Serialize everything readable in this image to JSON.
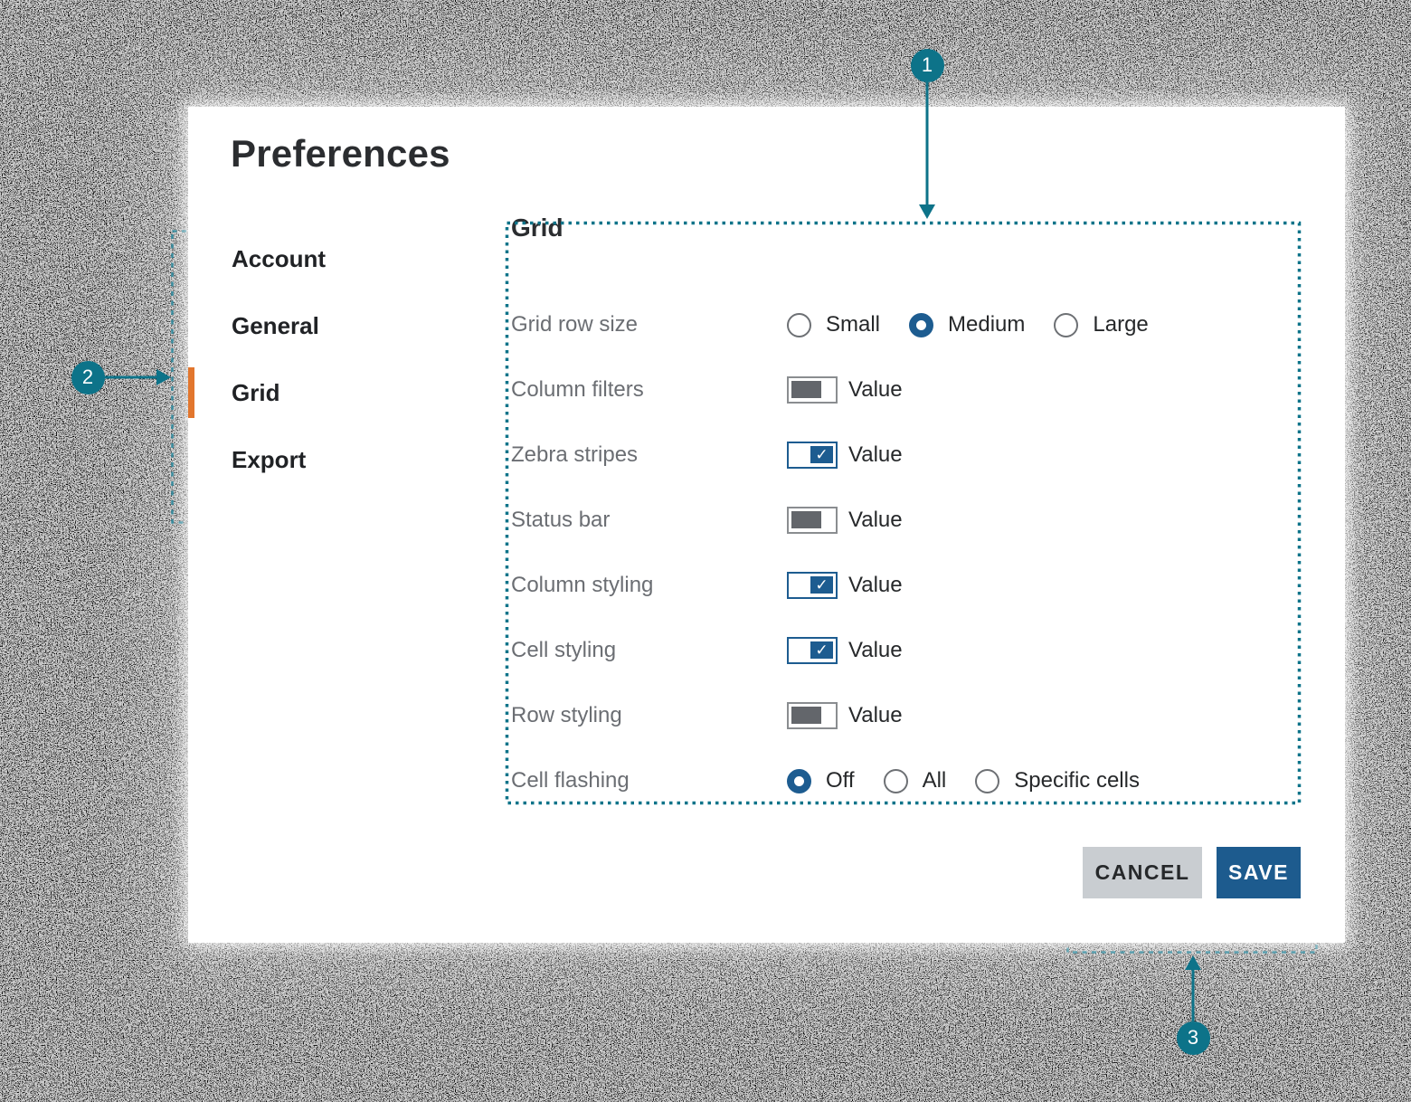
{
  "dialog": {
    "title": "Preferences",
    "sidebar": {
      "items": [
        {
          "label": "Account",
          "active": false
        },
        {
          "label": "General",
          "active": false
        },
        {
          "label": "Grid",
          "active": true
        },
        {
          "label": "Export",
          "active": false
        }
      ]
    },
    "panel": {
      "heading": "Grid",
      "rows": [
        {
          "label": "Grid row size",
          "type": "radio-group",
          "options": [
            {
              "label": "Small",
              "selected": false
            },
            {
              "label": "Medium",
              "selected": true
            },
            {
              "label": "Large",
              "selected": false
            }
          ]
        },
        {
          "label": "Column filters",
          "type": "toggle",
          "on": false,
          "value_label": "Value"
        },
        {
          "label": "Zebra stripes",
          "type": "toggle",
          "on": true,
          "value_label": "Value"
        },
        {
          "label": "Status bar",
          "type": "toggle",
          "on": false,
          "value_label": "Value"
        },
        {
          "label": "Column styling",
          "type": "toggle",
          "on": true,
          "value_label": "Value"
        },
        {
          "label": "Cell styling",
          "type": "toggle",
          "on": true,
          "value_label": "Value"
        },
        {
          "label": "Row styling",
          "type": "toggle",
          "on": false,
          "value_label": "Value"
        },
        {
          "label": "Cell flashing",
          "type": "radio-group",
          "options": [
            {
              "label": "Off",
              "selected": true
            },
            {
              "label": "All",
              "selected": false
            },
            {
              "label": "Specific cells",
              "selected": false
            }
          ]
        }
      ]
    },
    "buttons": {
      "cancel": "CANCEL",
      "save": "SAVE"
    }
  },
  "annotations": {
    "callouts": [
      {
        "number": "1"
      },
      {
        "number": "2"
      },
      {
        "number": "3"
      }
    ]
  },
  "glyphs": {
    "checkmark": "✓"
  },
  "colors": {
    "accent_blue": "#1d5c90",
    "annotation_teal": "#0d7389",
    "active_orange": "#e2762d",
    "cancel_gray": "#c9cdd1",
    "label_gray": "#6b6e73"
  }
}
